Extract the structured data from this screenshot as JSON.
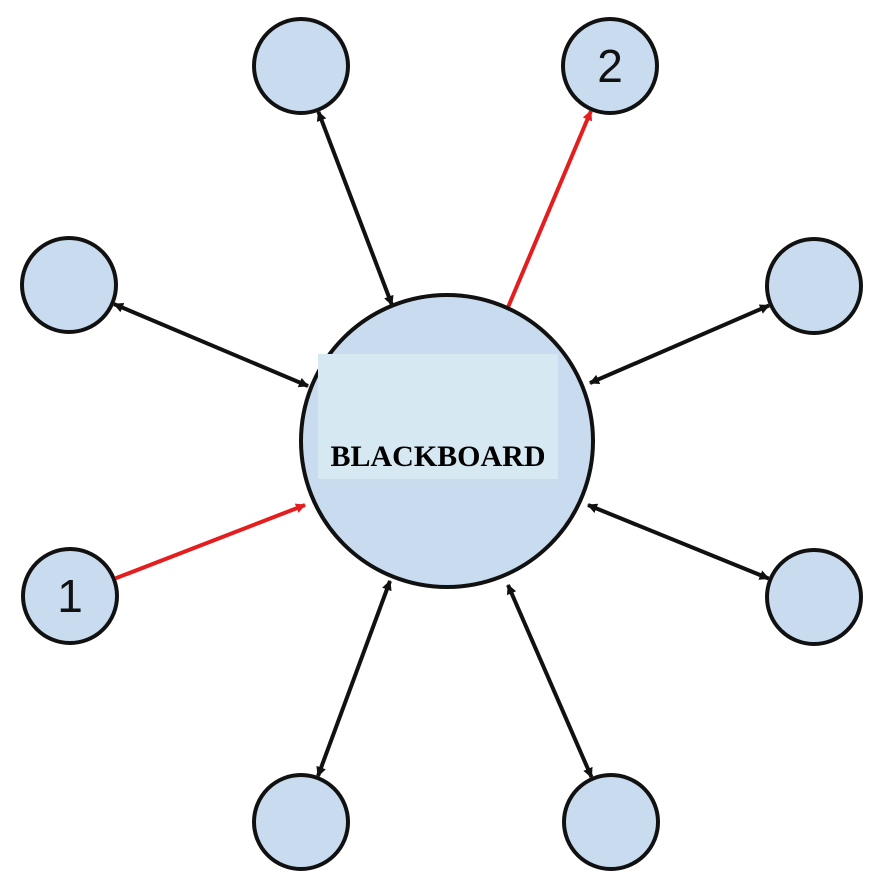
{
  "colors": {
    "node_fill": "#c9dcef",
    "label_fill": "#d6e8f1",
    "outline": "#111111",
    "bidirectional_arrow": "#111111",
    "highlight_arrow": "#e41e1e"
  },
  "blackboard": {
    "label": "BLACKBOARD"
  },
  "nodes": [
    {
      "id": "node-1",
      "label": "1"
    },
    {
      "id": "node-2",
      "label": "2"
    },
    {
      "id": "top-left",
      "label": ""
    },
    {
      "id": "left",
      "label": ""
    },
    {
      "id": "right-upper",
      "label": ""
    },
    {
      "id": "right-lower",
      "label": ""
    },
    {
      "id": "bottom-left",
      "label": ""
    },
    {
      "id": "bottom-right",
      "label": ""
    }
  ],
  "connections": [
    {
      "from": "node-1",
      "to": "blackboard",
      "direction": "to-blackboard",
      "color": "red"
    },
    {
      "from": "blackboard",
      "to": "node-2",
      "direction": "to-node",
      "color": "red"
    },
    {
      "from": "top-left",
      "to": "blackboard",
      "direction": "both",
      "color": "black"
    },
    {
      "from": "left",
      "to": "blackboard",
      "direction": "both",
      "color": "black"
    },
    {
      "from": "right-upper",
      "to": "blackboard",
      "direction": "both",
      "color": "black"
    },
    {
      "from": "right-lower",
      "to": "blackboard",
      "direction": "both",
      "color": "black"
    },
    {
      "from": "bottom-left",
      "to": "blackboard",
      "direction": "both",
      "color": "black"
    },
    {
      "from": "bottom-right",
      "to": "blackboard",
      "direction": "both",
      "color": "black"
    }
  ]
}
